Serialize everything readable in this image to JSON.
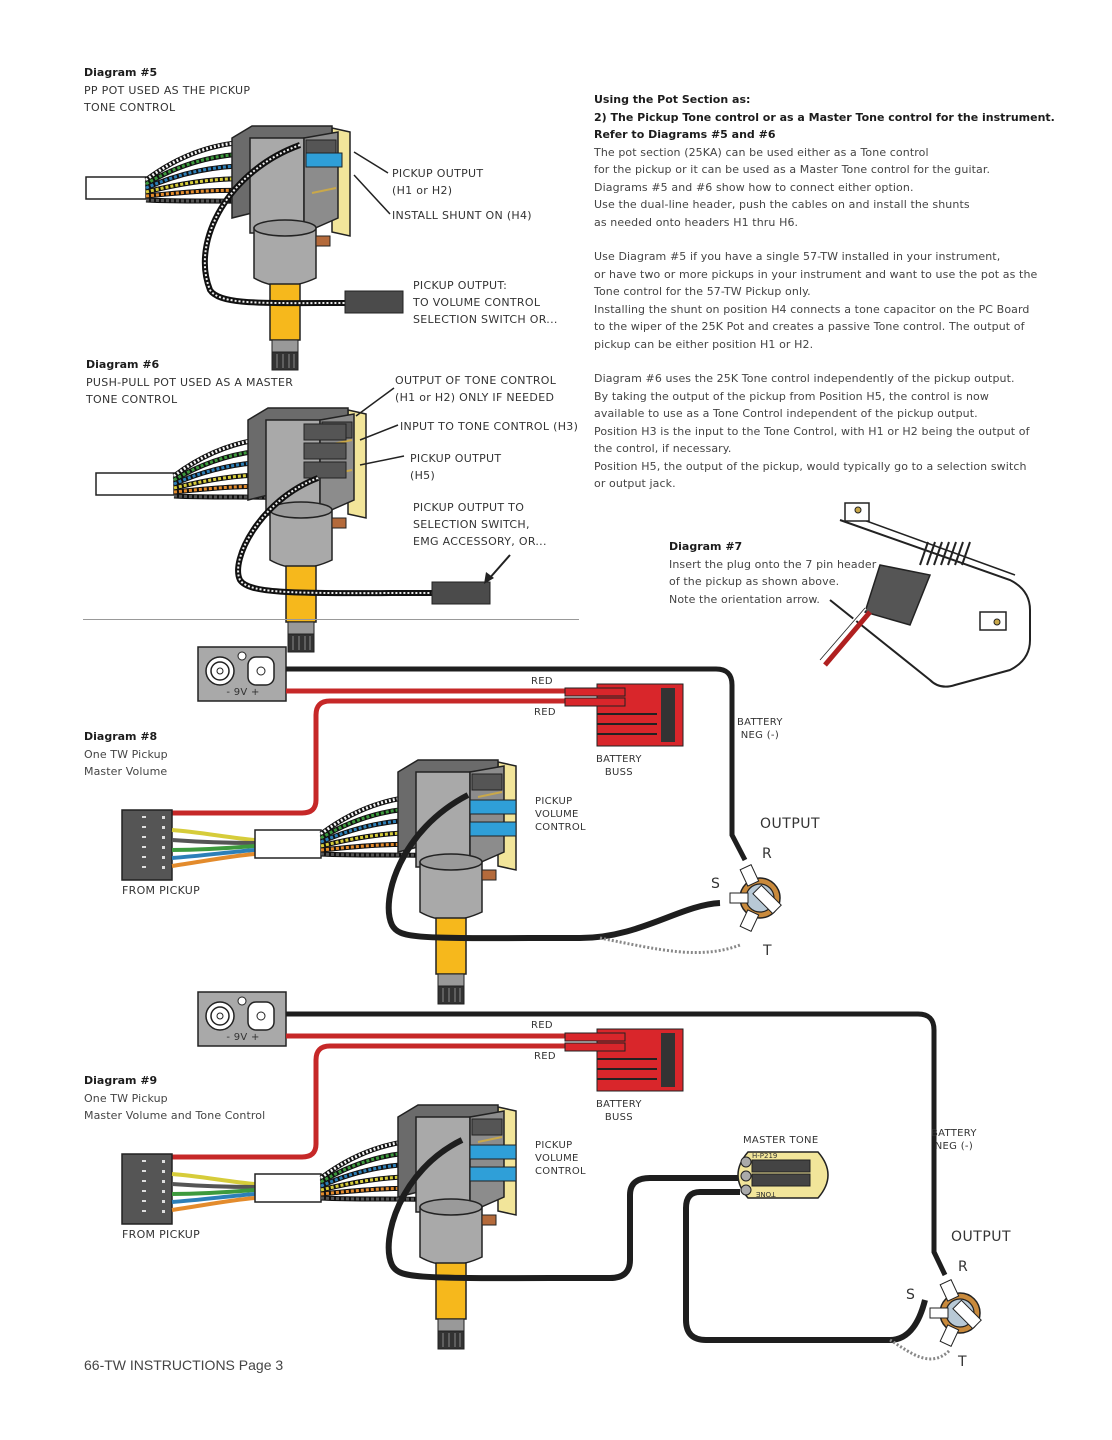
{
  "diagram5": {
    "title": "Diagram #5",
    "subtitle_lines": [
      "PP POT USED AS THE PICKUP",
      "TONE CONTROL"
    ],
    "callouts": {
      "pickup_output": [
        "PICKUP OUTPUT",
        "(H1 or H2)"
      ],
      "install_shunt": "INSTALL SHUNT ON (H4)",
      "pickup_output_to": [
        "PICKUP OUTPUT:",
        "TO VOLUME CONTROL",
        "SELECTION SWITCH OR..."
      ]
    }
  },
  "diagram6": {
    "title": "Diagram #6",
    "subtitle_lines": [
      "PUSH-PULL POT USED AS A MASTER",
      "TONE CONTROL"
    ],
    "callouts": {
      "output_tone": [
        "OUTPUT OF TONE CONTROL",
        "(H1 or H2) ONLY IF NEEDED"
      ],
      "input_tone": "INPUT TO TONE CONTROL (H3)",
      "pickup_output": [
        "PICKUP OUTPUT",
        "(H5)"
      ],
      "pickup_output_to": [
        "PICKUP OUTPUT TO",
        "SELECTION SWITCH,",
        "EMG ACCESSORY, OR..."
      ]
    }
  },
  "instructions": {
    "heading": "Using the Pot Section as:",
    "subheading": "2) The Pickup Tone control or as a Master Tone control for the instrument.",
    "refer": "Refer to Diagrams #5 and #6",
    "para1": [
      "The pot section (25KA) can be used either as a Tone control",
      "for the pickup or it can be used as a Master Tone control for the guitar.",
      "Diagrams #5 and #6 show how to connect either option.",
      "Use the dual-line header, push the cables on and install the shunts",
      "as needed onto headers H1 thru H6."
    ],
    "para2": [
      "Use Diagram #5  if you have a single 57-TW installed in your instrument,",
      "or have two or more pickups in your instrument and want to use the pot as the",
      "Tone control for the 57-TW Pickup only.",
      "Installing the shunt on position H4 connects a tone capacitor on the PC Board",
      "to the wiper of the 25K Pot and creates a passive Tone control. The output of",
      "pickup can be either position H1 or H2."
    ],
    "para3": [
      "Diagram #6 uses the 25K Tone control independently of the pickup output.",
      "By taking the output of the pickup from Position H5, the control is now",
      "available to use as a Tone Control independent of the pickup output.",
      "Position H3 is the input to the Tone Control, with H1 or H2 being the output of",
      "the control, if necessary.",
      "Position H5, the output of the pickup, would typically go to a selection switch",
      "or output jack."
    ]
  },
  "diagram7": {
    "title": "Diagram #7",
    "lines": [
      "Insert the plug onto the 7 pin header",
      "of the pickup as shown above.",
      "Note the orientation arrow."
    ]
  },
  "diagram8": {
    "title": "Diagram #8",
    "subtitle_lines": [
      "One TW Pickup",
      "Master Volume"
    ],
    "battery_label": "-  9V  +",
    "red_top": "RED",
    "red_bottom": "RED",
    "battery_buss": [
      "BATTERY",
      "BUSS"
    ],
    "battery_neg": [
      "BATTERY",
      "NEG (-)"
    ],
    "pickup_volume": [
      "PICKUP",
      "VOLUME",
      "CONTROL"
    ],
    "output": "OUTPUT",
    "jack_r": "R",
    "jack_s": "S",
    "jack_t": "T",
    "from_pickup": "FROM PICKUP"
  },
  "diagram9": {
    "title": "Diagram #9",
    "subtitle_lines": [
      "One TW Pickup",
      "Master Volume and Tone Control"
    ],
    "battery_label": "-  9V  +",
    "red_top": "RED",
    "red_bottom": "RED",
    "battery_buss": [
      "BATTERY",
      "BUSS"
    ],
    "battery_neg": [
      "BATTERY",
      "NEG (-)"
    ],
    "pickup_volume": [
      "PICKUP",
      "VOLUME",
      "CONTROL"
    ],
    "master_tone": "MASTER TONE",
    "board_top": "H-P219",
    "board_bottom": "TONE",
    "output": "OUTPUT",
    "jack_r": "R",
    "jack_s": "S",
    "jack_t": "T",
    "from_pickup": "FROM PICKUP"
  },
  "footer": "66-TW INSTRUCTIONS Page 3",
  "colors": {
    "wire_red": "#c62828",
    "wire_black": "#1e1e1e",
    "pot_gray": "#a9a9a9",
    "shaft_yellow": "#f6b81c",
    "shunt_blue": "#2f9fd8",
    "board_yellow": "#f2e59a",
    "buss_red": "#d9262b",
    "wire_green": "#3d9a3d",
    "wire_blue": "#2c7fb8",
    "wire_yellow": "#d6cc3a",
    "wire_orange": "#e38b2c"
  }
}
